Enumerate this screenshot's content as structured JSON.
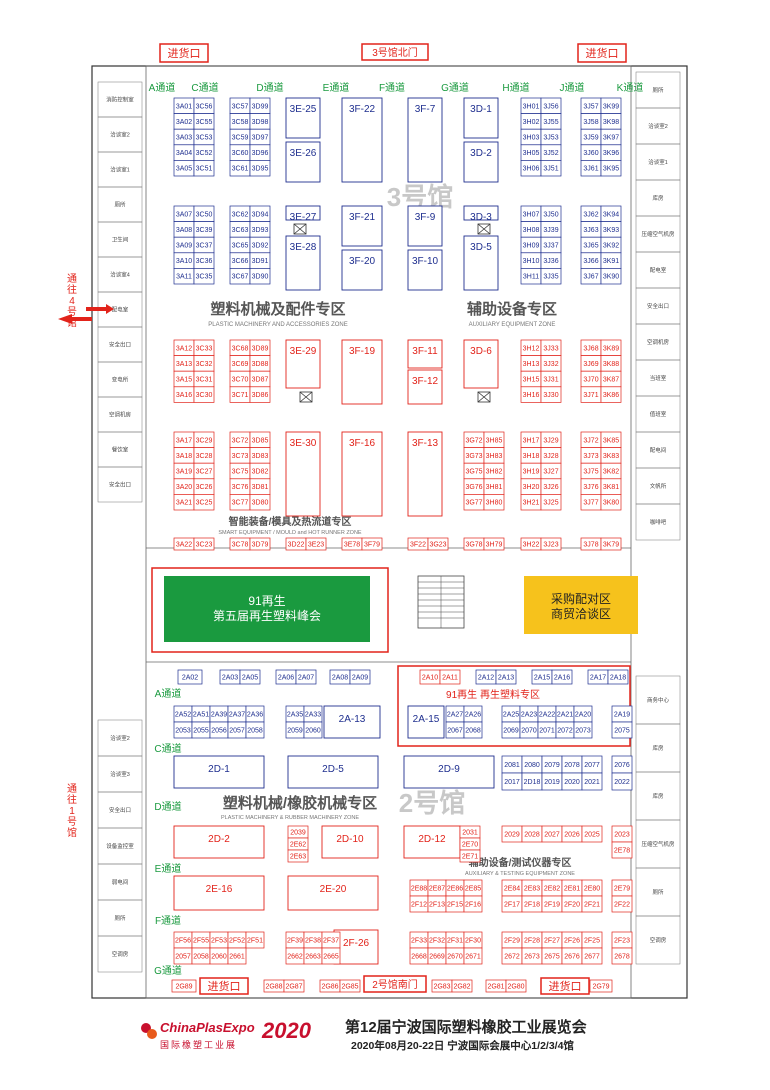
{
  "top_labels": {
    "entry_left": "进货口",
    "north_gate": "3号馆北门",
    "entry_right": "进货口"
  },
  "bottom_labels": {
    "entry_left": "进货口",
    "south_gate": "2号馆南门",
    "entry_right": "进货口"
  },
  "hall3": {
    "name": "3号馆",
    "aisles": [
      "A通道",
      "C通道",
      "D通道",
      "E通道",
      "F通道",
      "G通道",
      "H通道",
      "J通道",
      "K通道"
    ],
    "zone_plastic": "塑料机械及配件专区",
    "zone_plastic_en": "PLASTIC MACHINERY AND ACCESSORIES ZONE",
    "zone_aux": "辅助设备专区",
    "zone_aux_en": "AUXILIARY EQUIPMENT ZONE",
    "zone_smart": "智能装备/模具及热流道专区",
    "zone_smart_en": "SMART EQUIPMENT / MOULD and HOT RUNNER ZONE"
  },
  "hall2": {
    "name": "2号馆",
    "aisles": [
      "A通道",
      "C通道",
      "D通道",
      "E通道",
      "F通道",
      "G通道"
    ],
    "zone_rubber": "塑料机械/橡胶机械专区",
    "zone_rubber_en": "PLASTIC MACHINERY & RUBBER MACHINERY ZONE",
    "zone_test": "辅助设备/测试仪器专区",
    "zone_test_en": "AUXILIARY & TESTING EQUIPMENT ZONE",
    "zone_recycle": "91再生 再生塑料专区"
  },
  "green_hall": {
    "line1": "91再生",
    "line2": "第五届再生塑料峰会"
  },
  "yellow_hall": {
    "line1": "采购配对区",
    "line2": "商贸洽谈区"
  },
  "left_links": {
    "hall4": [
      "通",
      "往",
      "4",
      "号",
      "馆"
    ],
    "hall1": [
      "通",
      "往",
      "1",
      "号",
      "馆"
    ]
  },
  "rooms_left_top": [
    "消防控制室",
    "洽谈室2",
    "洽谈室1",
    "厕所",
    "卫生间",
    "洽谈室4",
    "配电室",
    "安全出口",
    "变电所",
    "空调机房",
    "餐饮室",
    "安全出口"
  ],
  "rooms_left_bottom": [
    "洽谈室2",
    "洽谈室3",
    "安全出口",
    "设备监控室",
    "弱电间",
    "厕所",
    "空调房"
  ],
  "rooms_right_top": [
    "厕所",
    "洽谈室2",
    "洽谈室1",
    "库房",
    "压缩空气机房",
    "配电室",
    "安全出口",
    "空调机房",
    "当班室",
    "值班室",
    "配电间",
    "文帆所",
    "咖啡吧"
  ],
  "rooms_right_bottom": [
    "商务中心",
    "库房",
    "库房",
    "压缩空气机房",
    "厕所",
    "空调房"
  ],
  "booths_small": {
    "r1": [
      "3A01",
      "3C56",
      "3A02",
      "3C55",
      "3A03",
      "3C53",
      "3A04",
      "3C52",
      "3A05",
      "3C51"
    ],
    "r1b": [
      "3C57",
      "3D99",
      "3C58",
      "3D98",
      "3C59",
      "3D97",
      "3C60",
      "3D96",
      "3C61",
      "3D95"
    ],
    "r1h": [
      "3H01",
      "3J56",
      "3H02",
      "3J55",
      "3H03",
      "3J53",
      "3H05",
      "3J52",
      "3H06",
      "3J51"
    ],
    "r1k": [
      "3J57",
      "3K99",
      "3J58",
      "3K98",
      "3J59",
      "3K97",
      "3J60",
      "3K96",
      "3J61",
      "3K95"
    ],
    "r2": [
      "3A07",
      "3C50",
      "3A08",
      "3C39",
      "3A09",
      "3C37",
      "3A10",
      "3C36",
      "3A11",
      "3C35"
    ],
    "r2b": [
      "3C62",
      "3D94",
      "3C63",
      "3D93",
      "3C65",
      "3D92",
      "3C66",
      "3D91",
      "3C67",
      "3D90"
    ],
    "r2h": [
      "3H07",
      "3J50",
      "3H08",
      "3J39",
      "3H09",
      "3J37",
      "3H10",
      "3J36",
      "3H11",
      "3J35"
    ],
    "r2k": [
      "3J62",
      "3K94",
      "3J63",
      "3K93",
      "3J65",
      "3K92",
      "3J66",
      "3K91",
      "3J67",
      "3K90"
    ],
    "r3": [
      "3A12",
      "3C33",
      "3A13",
      "3C32",
      "3A15",
      "3C31",
      "3A16",
      "3C30"
    ],
    "r3b": [
      "3C68",
      "3D89",
      "3C69",
      "3D88",
      "3C70",
      "3D87",
      "3C71",
      "3D86"
    ],
    "r3h": [
      "3H12",
      "3J33",
      "3H13",
      "3J32",
      "3H15",
      "3J31",
      "3H16",
      "3J30"
    ],
    "r3k": [
      "3J68",
      "3K89",
      "3J69",
      "3K88",
      "3J70",
      "3K87",
      "3J71",
      "3K86"
    ],
    "r4": [
      "3A17",
      "3C29",
      "3A18",
      "3C28",
      "3A19",
      "3C27",
      "3A20",
      "3C26",
      "3A21",
      "3C25"
    ],
    "r4b": [
      "3C72",
      "3D85",
      "3C73",
      "3D83",
      "3C75",
      "3D82",
      "3C76",
      "3D81",
      "3C77",
      "3D80"
    ],
    "r4g": [
      "3G72",
      "3H85",
      "3G73",
      "3H83",
      "3G75",
      "3H82",
      "3G76",
      "3H81",
      "3G77",
      "3H80"
    ],
    "r4h": [
      "3H17",
      "3J29",
      "3H18",
      "3J28",
      "3H19",
      "3J27",
      "3H20",
      "3J26",
      "3H21",
      "3J25"
    ],
    "r4k": [
      "3J72",
      "3K85",
      "3J73",
      "3K83",
      "3J75",
      "3K82",
      "3J76",
      "3K81",
      "3J77",
      "3K80"
    ],
    "r5": [
      "3A22",
      "3C23",
      "3C78",
      "3D79",
      "3D22",
      "3E23",
      "3E78",
      "3F79",
      "3F22",
      "3G23",
      "3G78",
      "3H79",
      "3H22",
      "3J23",
      "3J78",
      "3K79"
    ]
  },
  "booths_large": [
    "3E-25",
    "3E-26",
    "3F-22",
    "3F-7",
    "3D-1",
    "3D-2",
    "3E-27",
    "3E-28",
    "3F-21",
    "3F-20",
    "3F-9",
    "3F-10",
    "3D-3",
    "3D-5",
    "3E-29",
    "3F-19",
    "3F-11",
    "3F-12",
    "3D-6",
    "3E-30",
    "3F-16",
    "3F-13"
  ],
  "hall2_booths": {
    "top_row": [
      "2A02",
      "2A03",
      "2A05",
      "2A06",
      "2A07",
      "2A08",
      "2A09",
      "2A10",
      "2A11",
      "2A12",
      "2A13",
      "2A15",
      "2A16",
      "2A17",
      "2A18"
    ],
    "rowA1": [
      "2A52",
      "2A51",
      "2A39",
      "2A37",
      "2A36",
      "2A35",
      "2A33",
      "2A27",
      "2A26",
      "2A25",
      "2A23",
      "2A22",
      "2A21",
      "2A20",
      "2A19"
    ],
    "rowA2": [
      "2053",
      "2055",
      "2056",
      "2057",
      "2058",
      "2059",
      "2060",
      "2067",
      "2068",
      "2069",
      "2070",
      "2071",
      "2072",
      "2073",
      "2075"
    ],
    "big": [
      "2A-13",
      "2A-15",
      "2D-1",
      "2D-5",
      "2D-9",
      "2D-2",
      "2D-10",
      "2D-12",
      "2E-16",
      "2E-20",
      "2F-26"
    ],
    "rowC": [
      "2081",
      "2080",
      "2079",
      "2078",
      "2077",
      "2076",
      "2017",
      "2D18",
      "2019",
      "2020",
      "2021",
      "2022"
    ],
    "rowD": [
      "2039",
      "2E62",
      "2E63",
      "2031",
      "2E70",
      "2E71",
      "2029",
      "2028",
      "2027",
      "2026",
      "2025",
      "2023",
      "2E78"
    ],
    "rowE": [
      "2E88",
      "2E87",
      "2E86",
      "2E85",
      "2E84",
      "2E83",
      "2E82",
      "2E81",
      "2E80",
      "2E79",
      "2F12",
      "2F13",
      "2F15",
      "2F16",
      "2F17",
      "2F18",
      "2F19",
      "2F20",
      "2F21",
      "2F22"
    ],
    "rowF": [
      "2F56",
      "2F55",
      "2F53",
      "2F52",
      "2F51",
      "2F39",
      "2F38",
      "2F37",
      "2F33",
      "2F32",
      "2F31",
      "2F30",
      "2F29",
      "2F28",
      "2F27",
      "2F26",
      "2F25",
      "2F23",
      "2057",
      "2058",
      "2060",
      "2661",
      "2662",
      "2663",
      "2665",
      "2668",
      "2669",
      "2670",
      "2671",
      "2672",
      "2673",
      "2675",
      "2676",
      "2677",
      "2678"
    ],
    "rowG": [
      "2G89",
      "2G88",
      "2G87",
      "2G86",
      "2G85",
      "2G83",
      "2G82",
      "2G81",
      "2G80",
      "2G79"
    ]
  },
  "footer": {
    "logo_brand": "ChinaPlasExpo",
    "logo_year": "2020",
    "logo_sub": "国际橡塑工业展",
    "title": "第12届宁波国际塑料橡胶工业展览会",
    "subtitle": "2020年08月20-22日  宁波国际会展中心1/2/3/4馆"
  },
  "colors": {
    "blue": "#1f2f8f",
    "red": "#e2231a",
    "green": "#1a9a3f",
    "aisle": "#1a9a3f",
    "yellow": "#f6c21c",
    "watermark": "#c8c8c8"
  }
}
